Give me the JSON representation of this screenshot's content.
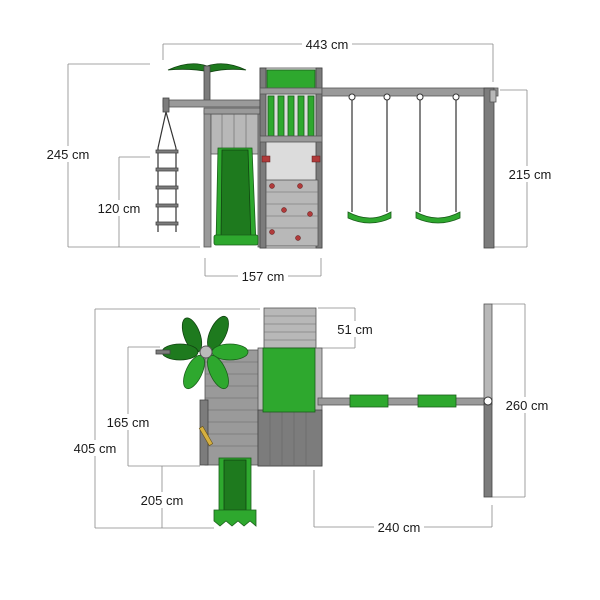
{
  "dimensions": {
    "front": {
      "total_width": "443 cm",
      "total_height": "245 cm",
      "ladder_height": "120 cm",
      "swing_beam_height": "215 cm",
      "tower_width": "157 cm"
    },
    "top": {
      "tower_depth": "51 cm",
      "lower_depth": "165 cm",
      "total_depth": "405 cm",
      "slide_length": "205 cm",
      "swing_frame_width": "260 cm",
      "swing_beam_length": "240 cm"
    }
  },
  "colors": {
    "wood": "#9a9a9a",
    "accent": "#2ea82e",
    "accent_dark": "#1e7a1e",
    "dimension_line": "#888888"
  }
}
